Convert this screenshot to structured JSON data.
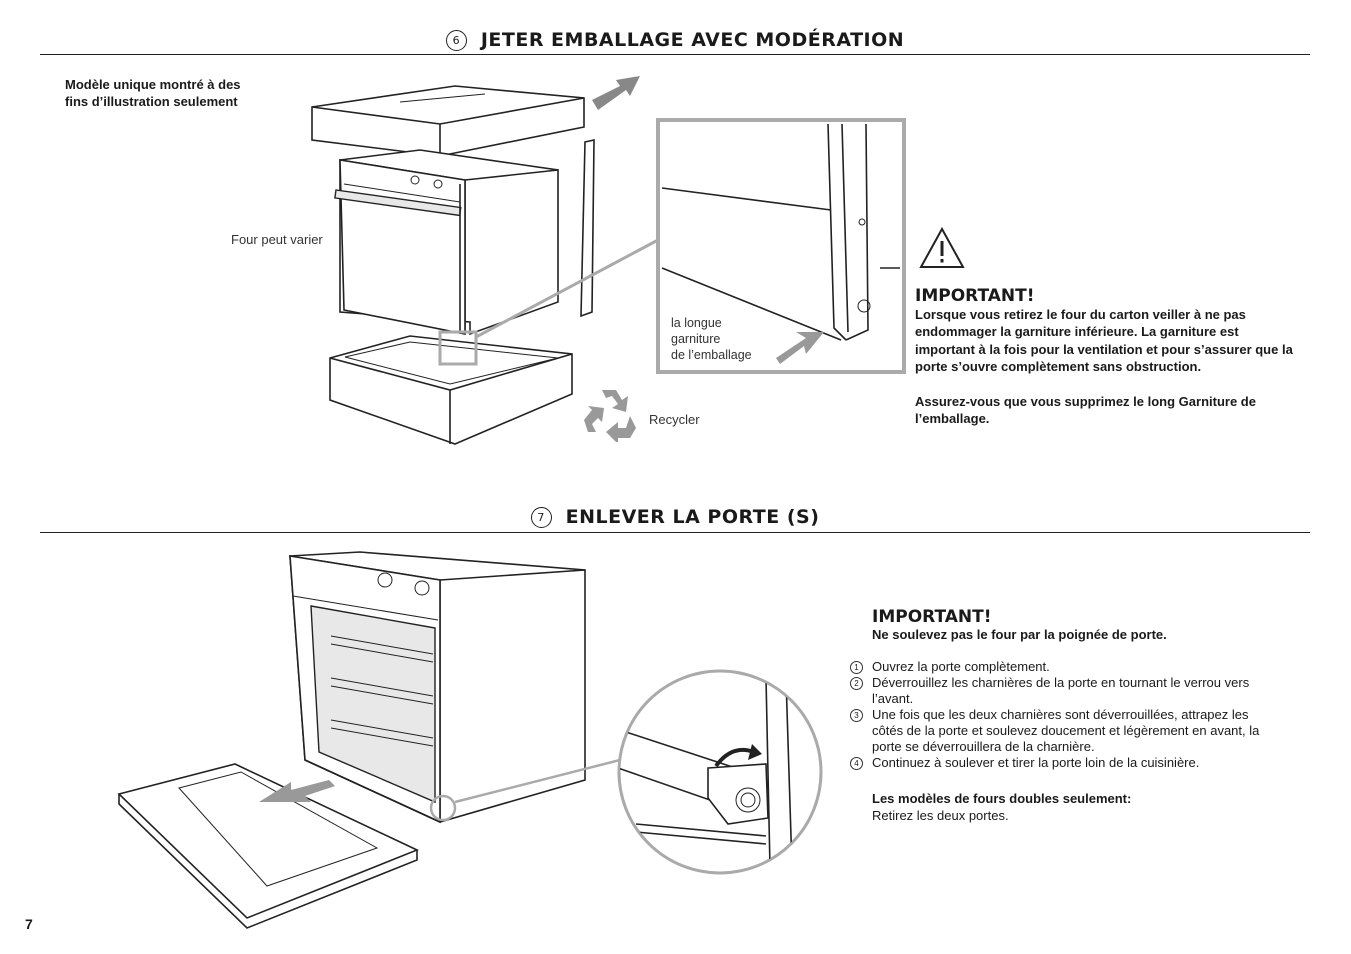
{
  "section6": {
    "number": "6",
    "title": "JETER EMBALLAGE AVEC MODÉRATION",
    "model_note_line1": "Modèle unique montré à des",
    "model_note_line2": "fins d’illustration seulement",
    "oven_label": "Four peut varier",
    "trim_label_line1": "la longue",
    "trim_label_line2": "garniture",
    "trim_label_line3": "de l’emballage",
    "recycle_label": "Recycler",
    "important_title": "IMPORTANT!",
    "important_text": "Lorsque vous retirez le four du carton veiller à ne pas endommager la garniture inférieure. La garniture est important à la fois pour la ventilation et pour s’assurer que la porte s’ouvre complètement sans obstruction.",
    "important_text2": "Assurez-vous que vous supprimez le long Garniture de l’emballage."
  },
  "section7": {
    "number": "7",
    "title": "ENLEVER LA PORTE (S)",
    "important_title": "IMPORTANT!",
    "important_text": "Ne soulevez pas le four par la poignée de porte.",
    "steps": [
      {
        "num": "1",
        "text": "Ouvrez la porte complètement."
      },
      {
        "num": "2",
        "text": "Déverrouillez les charnières de la porte en tournant le verrou vers l’avant."
      },
      {
        "num": "3",
        "text": "Une fois que les deux charnières sont déverrouillées, attrapez les côtés de la porte et soulevez doucement et légèrement en avant, la porte se déverrouillera de la charnière."
      },
      {
        "num": "4",
        "text": "Continuez à soulever et tirer la porte loin de la cuisinière."
      }
    ],
    "double_title": "Les modèles de fours doubles seulement:",
    "double_text": "Retirez les deux portes."
  },
  "page_number": "7"
}
